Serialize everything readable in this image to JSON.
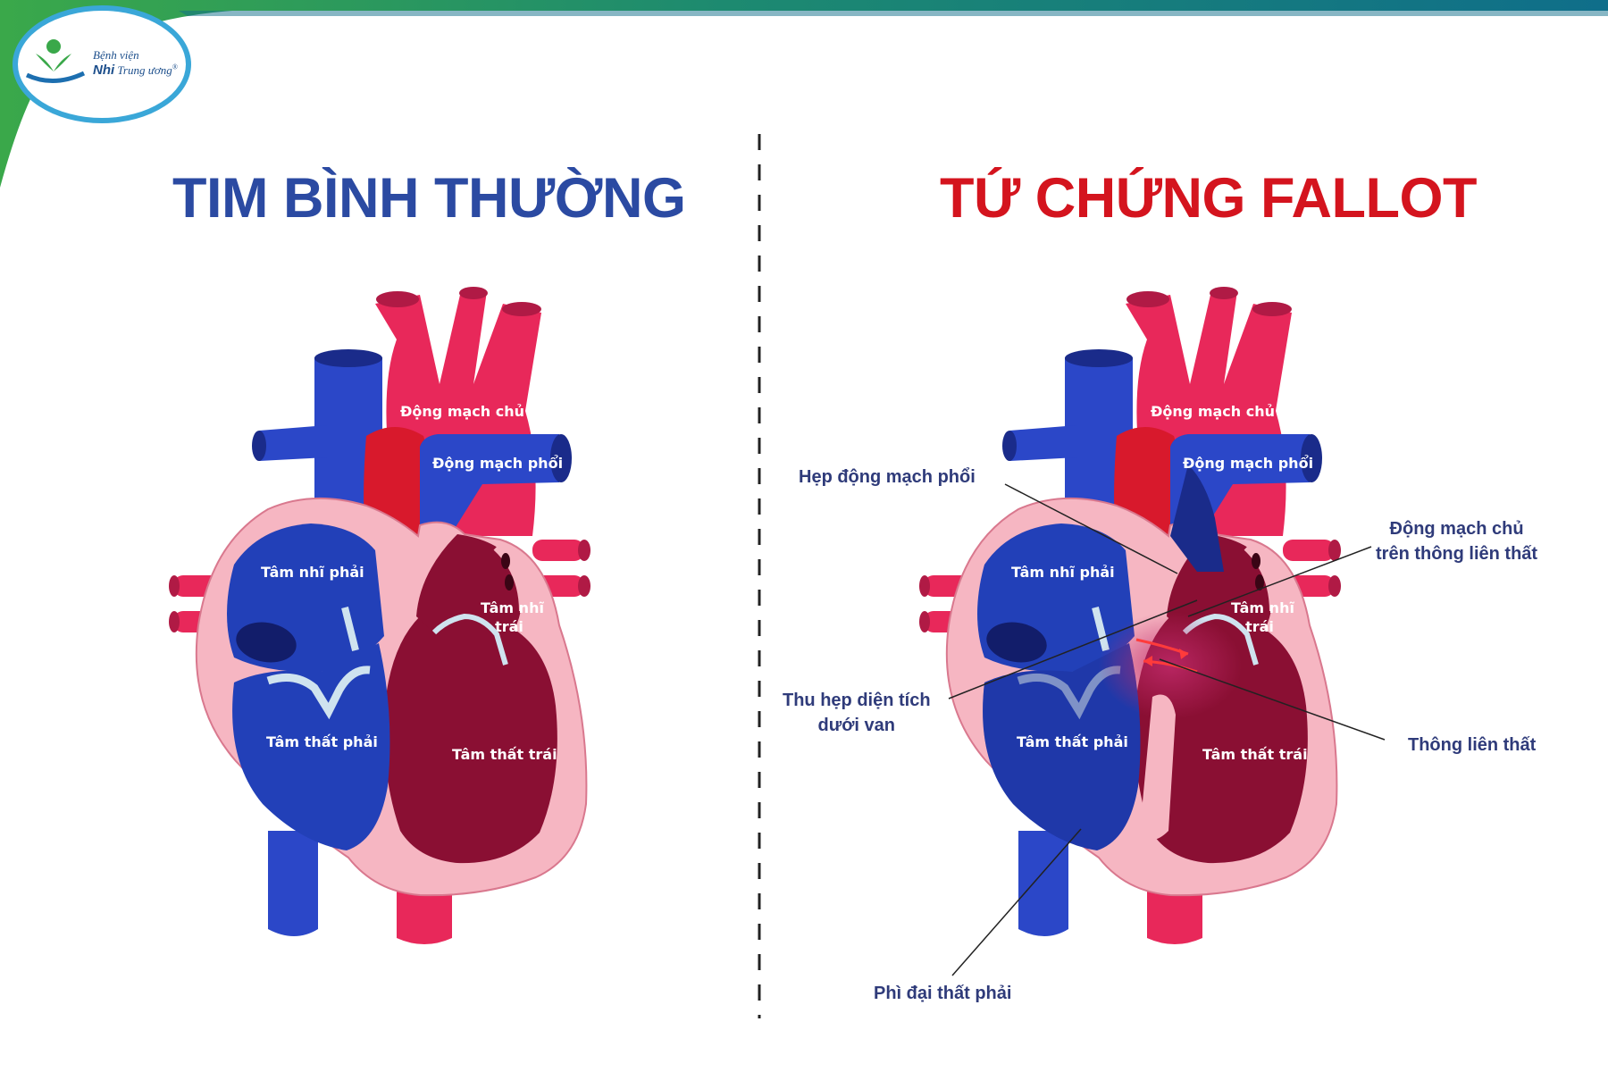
{
  "logo": {
    "line1": "Bệnh viện",
    "line2_strong": "Nhi",
    "line2_rest": "Trung ương",
    "mark": "®"
  },
  "left_panel": {
    "title": "TIM BÌNH THƯỜNG",
    "labels": {
      "aorta": "Động mạch chủ",
      "pulmonary_artery": "Động mạch phổi",
      "right_atrium": "Tâm nhĩ phải",
      "left_atrium_1": "Tâm nhĩ",
      "left_atrium_2": "trái",
      "right_ventricle": "Tâm thất phải",
      "left_ventricle": "Tâm thất trái"
    }
  },
  "right_panel": {
    "title": "TỨ CHỨNG FALLOT",
    "labels": {
      "aorta": "Động mạch chủ",
      "pulmonary_artery": "Động mạch phổi",
      "right_atrium": "Tâm nhĩ phải",
      "left_atrium_1": "Tâm nhĩ",
      "left_atrium_2": "trái",
      "right_ventricle": "Tâm thất phải",
      "left_ventricle": "Tâm thất trái"
    },
    "callouts": {
      "pulmonary_stenosis": "Hẹp động mạch phổi",
      "overriding_aorta_1": "Động mạch chủ",
      "overriding_aorta_2": "trên thông liên thất",
      "subvalvular_narrowing_1": "Thu hẹp diện tích",
      "subvalvular_narrowing_2": "dưới van",
      "vsd": "Thông liên thất",
      "rv_hypertrophy": "Phì đại thất phải"
    }
  },
  "colors": {
    "blue_title": "#2b4aa2",
    "red_title": "#d4141e",
    "vein_blue": "#2b47c8",
    "artery_red": "#e8285a",
    "deep_red": "#d8192c",
    "left_ventricle": "#8a0f33",
    "right_chamber": "#2240b8",
    "myocardium": "#f6b6c2",
    "valve": "#cfe3ef",
    "callout_text": "#2f3b7a",
    "banner_green": "#2ea043",
    "banner_teal": "#127a87"
  }
}
